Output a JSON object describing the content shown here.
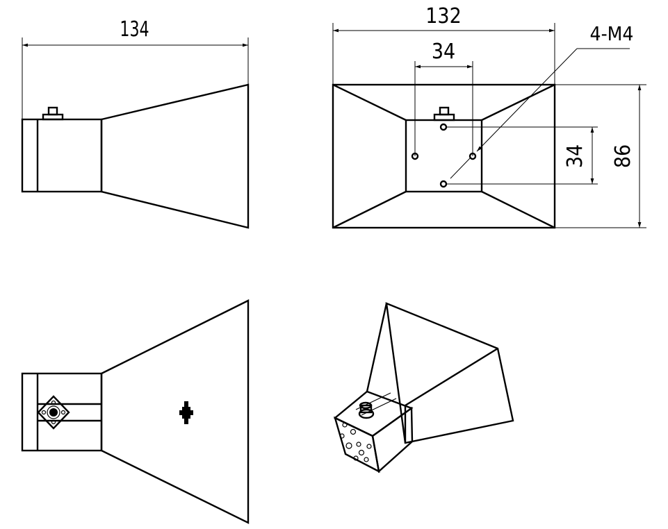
{
  "drawing": {
    "side_view": {
      "length_label": "134"
    },
    "front_view": {
      "width_label": "132",
      "inner_width_label": "34",
      "hole_label": "4-M4",
      "inner_height_label": "34",
      "height_label": "86"
    },
    "colors": {
      "line": "#000000",
      "background": "#ffffff"
    }
  }
}
